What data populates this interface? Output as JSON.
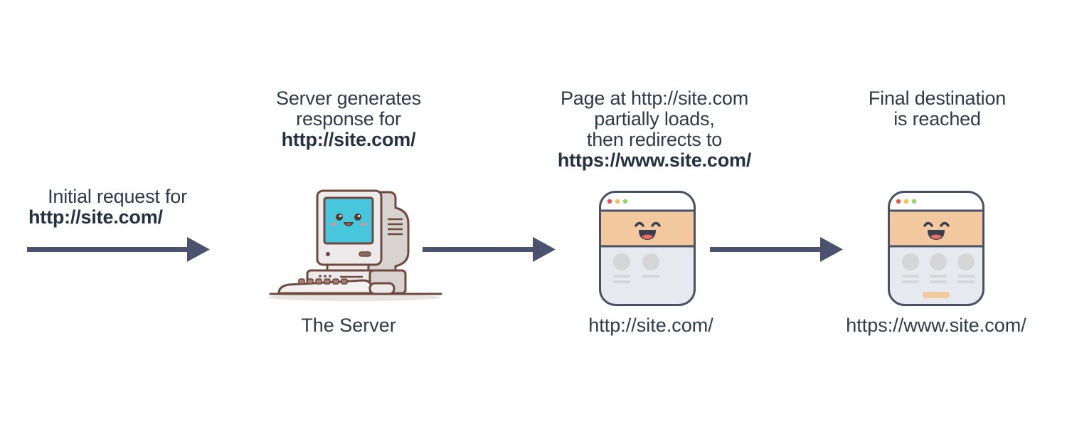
{
  "colors": {
    "arrow": "#4a5270",
    "outline": "#4b5066",
    "browser_header": "#f2c99e",
    "browser_body": "#e6eaee",
    "placeholder": "#d6d6d8",
    "cta_button": "#f2c99e",
    "screen": "#47c6dc",
    "computer_body": "#e9e6e6",
    "computer_outline": "#6e4a3e",
    "dot_red": "#f0544f",
    "dot_yellow": "#f5c24e",
    "dot_green": "#92d36e"
  },
  "steps": [
    {
      "id": "initial-request",
      "caption_lines": [
        "Initial request for"
      ],
      "caption_bold": "http://site.com/"
    },
    {
      "id": "server",
      "caption_lines": [
        "Server generates",
        "response for"
      ],
      "caption_bold": "http://site.com/",
      "label": "The Server",
      "icon": "computer-icon"
    },
    {
      "id": "partial-page",
      "caption_lines": [
        "Page at http://site.com",
        "partially loads,",
        "then redirects to"
      ],
      "caption_bold": "https://www.site.com/",
      "label": "http://site.com/",
      "icon": "browser-window-icon"
    },
    {
      "id": "final-page",
      "caption_lines": [
        "Final destination",
        "is reached"
      ],
      "caption_bold": "",
      "label": "https://www.site.com/",
      "icon": "browser-window-icon"
    }
  ],
  "arrows": [
    {
      "from": "initial-request",
      "to": "server"
    },
    {
      "from": "server",
      "to": "partial-page"
    },
    {
      "from": "partial-page",
      "to": "final-page"
    }
  ]
}
